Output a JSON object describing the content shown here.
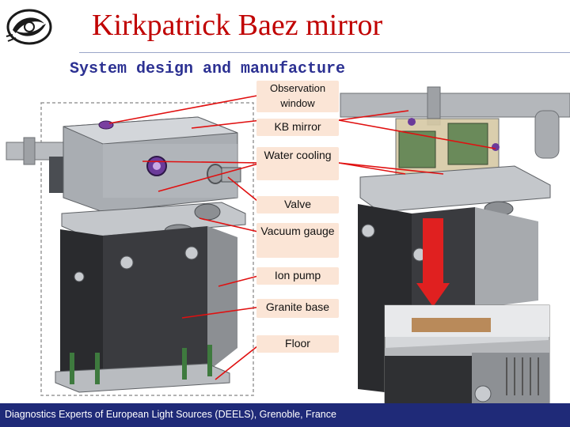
{
  "title": "Kirkpatrick Baez mirror",
  "subtitle": "System design and manufacture",
  "labels": {
    "observation_window": "Observation window",
    "kb_mirror": "KB mirror",
    "water_cooling": "Water cooling",
    "valve": "Valve",
    "vacuum_gauge": "Vacuum gauge",
    "ion_pump": "Ion pump",
    "granite_base": "Granite base",
    "floor": "Floor"
  },
  "footer": "Diagnostics Experts of European Light Sources (DEELS), Grenoble, France",
  "colors": {
    "title": "#c00000",
    "subtitle": "#2c3192",
    "label_bg": "#fbe5d6",
    "leader_line": "#e01010",
    "footer_bg": "#1f2a78",
    "arrow": "#e02020"
  },
  "icons": [
    "institute-logo",
    "red-down-arrow"
  ]
}
